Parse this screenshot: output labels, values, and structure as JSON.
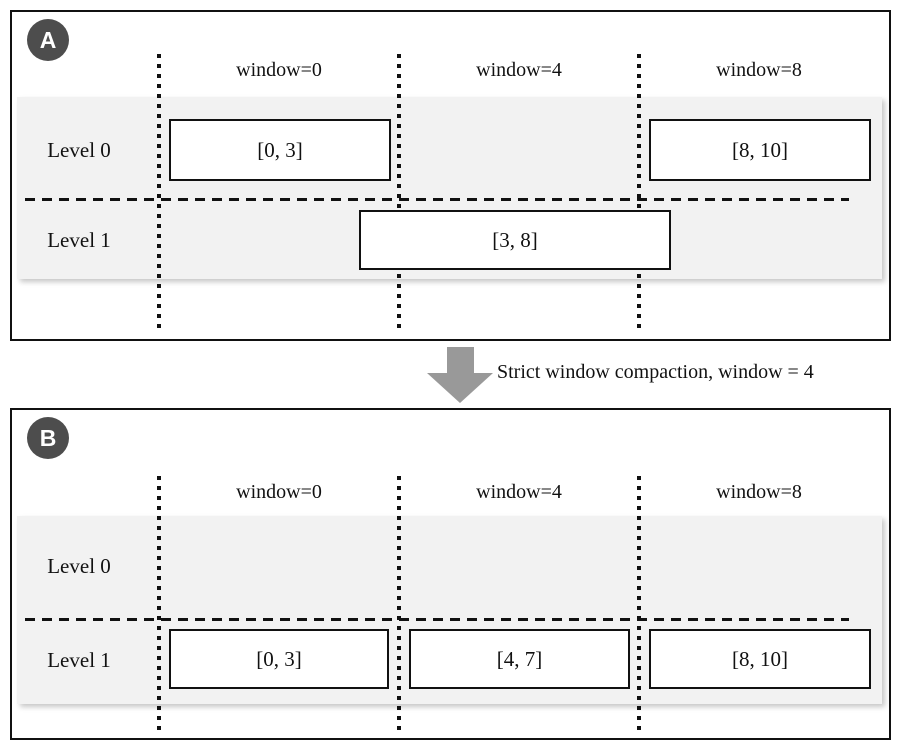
{
  "panels": [
    {
      "badge": "A",
      "headers": [
        "window=0",
        "window=4",
        "window=8"
      ],
      "levels": [
        "Level 0",
        "Level 1"
      ],
      "boxes": [
        {
          "label": "[0, 3]",
          "level": "Level 0"
        },
        {
          "label": "[8, 10]",
          "level": "Level 0"
        },
        {
          "label": "[3, 8]",
          "level": "Level 1"
        }
      ]
    },
    {
      "badge": "B",
      "headers": [
        "window=0",
        "window=4",
        "window=8"
      ],
      "levels": [
        "Level 0",
        "Level 1"
      ],
      "boxes": [
        {
          "label": "[0, 3]",
          "level": "Level 1"
        },
        {
          "label": "[4, 7]",
          "level": "Level 1"
        },
        {
          "label": "[8, 10]",
          "level": "Level 1"
        }
      ]
    }
  ],
  "transition": {
    "label": "Strict window compaction, window = 4"
  },
  "colors": {
    "badge": "#4d4d4d",
    "band": "#f2f2f2",
    "arrow": "#999999",
    "line": "#111111",
    "box_fill": "#ffffff"
  }
}
